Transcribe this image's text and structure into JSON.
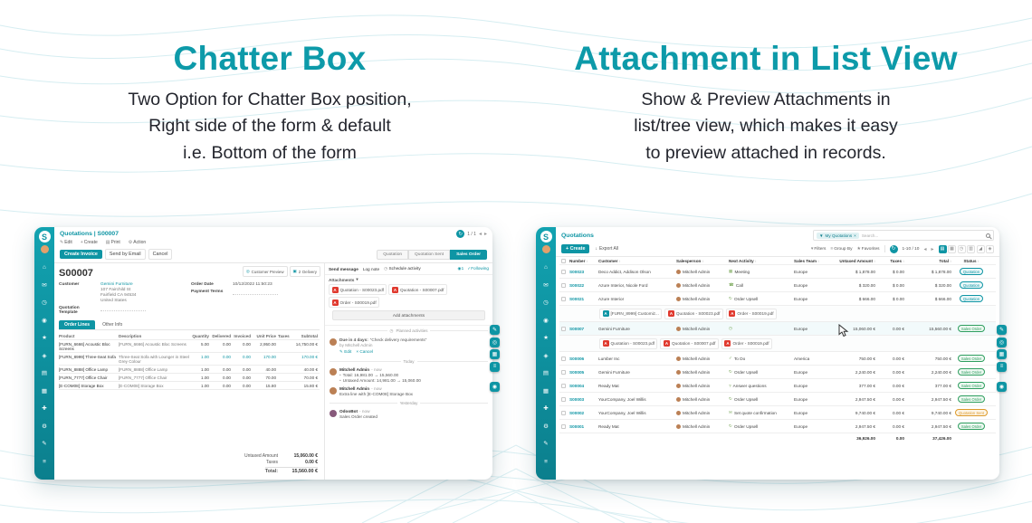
{
  "colors": {
    "accent": "#0e95a4",
    "title": "#0d9aa9",
    "text_dark": "#23252d",
    "sidebar_top": "#12a2b0",
    "sidebar_bottom": "#0b7f8d",
    "pdf_red": "#e0392e",
    "sales_green": "#2e9e5f",
    "sent_amber": "#dd9a2b"
  },
  "icons": {
    "close": "×",
    "dropdown": "▾",
    "prev": "◂",
    "next": "▸",
    "sort": "↕",
    "check": "✓",
    "clock": "◷",
    "edit": "✎",
    "plus": "+",
    "print": "▤",
    "gear": "⚙",
    "mail": "✉",
    "refresh": "↻",
    "star": "★",
    "menu": "≡",
    "bullet": "•",
    "person": "◉",
    "download": "↓",
    "truck": "▣",
    "eye": "◎",
    "pdf": "A",
    "filter": "▼"
  },
  "brand": {
    "initial": "S"
  },
  "sidebar": {
    "icons": [
      {
        "name": "home",
        "glyph": "⌂"
      },
      {
        "name": "discuss",
        "glyph": "✉"
      },
      {
        "name": "calendar",
        "glyph": "◷"
      },
      {
        "name": "contacts",
        "glyph": "◉"
      },
      {
        "name": "crm",
        "glyph": "★"
      },
      {
        "name": "sales",
        "glyph": "◈"
      },
      {
        "name": "invoicing",
        "glyph": "▤"
      },
      {
        "name": "inventory",
        "glyph": "▦"
      },
      {
        "name": "purchase",
        "glyph": "✚"
      },
      {
        "name": "manufacturing",
        "glyph": "⚙"
      },
      {
        "name": "notes",
        "glyph": "✎"
      },
      {
        "name": "settings",
        "glyph": "≡"
      }
    ]
  },
  "hero": {
    "left": {
      "title": "Chatter Box",
      "lines": [
        "Two Option for Chatter Box position,",
        "Right side of the form & default",
        "i.e. Bottom of the form"
      ]
    },
    "right": {
      "title": "Attachment in List View",
      "lines": [
        "Show & Preview Attachments in",
        "list/tree view, which makes it easy",
        "to preview attached in records."
      ]
    }
  },
  "form": {
    "breadcrumb": "Quotations | S00007",
    "toolbar": {
      "edit": "Edit",
      "create": "Create",
      "print": "Print",
      "action": "Action",
      "pager": "1 / 1"
    },
    "buttons": {
      "create_invoice": "Create Invoice",
      "send_by_email": "Send by Email",
      "cancel": "Cancel"
    },
    "statusbar": {
      "steps": [
        "Quotation",
        "Quotation Sent",
        "Sales Order"
      ]
    },
    "smart_buttons": {
      "preview": "Customer Preview",
      "delivery_count": "2",
      "delivery": "Delivery"
    },
    "record": {
      "name": "S00007",
      "customer_label": "Customer",
      "customer": "Gemini Furniture",
      "address": [
        "107 Fairchild St",
        "Fairfield CA 94534",
        "United States"
      ],
      "order_date_label": "Order Date",
      "order_date": "10/12/2022 11:50:23",
      "payment_terms_label": "Payment Terms",
      "template_label": "Quotation Template"
    },
    "tabs": {
      "order_lines": "Order Lines",
      "other_info": "Other Info"
    },
    "table": {
      "headers": [
        "Product",
        "Description",
        "Quantity",
        "Delivered",
        "Invoiced",
        "Unit Price",
        "Taxes",
        "Subtotal"
      ],
      "rows": [
        [
          "[FURN_6666] Acoustic Bloc Screens",
          "[FURN_6666] Acoustic Bloc Screens",
          "5.00",
          "0.00",
          "0.00",
          "2,950.00",
          "",
          "14,750.00 €"
        ],
        [
          "[FURN_8999] Three-Seat Sofa",
          "Three-Seat Sofa with Lounger in Steel Grey Colour",
          "1.00",
          "0.00",
          "0.00",
          "170.00",
          "",
          "170.00 €"
        ],
        [
          "[FURN_8888] Office Lamp",
          "[FURN_8888] Office Lamp",
          "1.00",
          "0.00",
          "0.00",
          "40.00",
          "",
          "40.00 €"
        ],
        [
          "[FURN_7777] Office Chair",
          "[FURN_7777] Office Chair",
          "1.00",
          "0.00",
          "0.00",
          "70.00",
          "",
          "70.00 €"
        ],
        [
          "[E-COM08] Storage Box",
          "[E-COM08] Storage Box",
          "1.00",
          "0.00",
          "0.00",
          "15.80",
          "",
          "15.80 €"
        ]
      ]
    },
    "totals": {
      "untaxed_label": "Untaxed Amount",
      "untaxed": "15,060.00 €",
      "taxes_label": "Taxes",
      "taxes": "0.00 €",
      "total_label": "Total:",
      "total": "15,560.00 €"
    }
  },
  "chatter": {
    "send_message": "Send message",
    "log_note": "Log note",
    "schedule_activity": "Schedule activity",
    "followers": "1",
    "following": "Following",
    "attachments_label": "Attachments",
    "attachments": [
      "Quotation - S00023.pdf",
      "Quotation - S00007.pdf",
      "Order - S00019.pdf"
    ],
    "add_attachments": "Add attachments",
    "planned_label": "Planned activities",
    "activity": {
      "due": "Due in 4 days:",
      "title": "“Check delivery requirements”",
      "by": "by Mitchell Admin",
      "edit": "Edit",
      "cancel": "Cancel"
    },
    "today": "Today",
    "yesterday": "Yesterday",
    "messages": [
      {
        "author": "Mitchell Admin",
        "time": "- now",
        "line1": "Total: 16,981.00 → 15,560.00",
        "line2": "Untaxed Amount: 14,981.00 → 15,060.00"
      },
      {
        "author": "Mitchell Admin",
        "time": "- now",
        "line1": "Extra line with [E-COM08] Storage Box"
      },
      {
        "author": "OdooBot",
        "time": "- now",
        "line1": "Sales Order created"
      }
    ]
  },
  "list": {
    "breadcrumb": "Quotations",
    "search": {
      "facet_label": "My Quotations",
      "placeholder": "Search..."
    },
    "toolbar": {
      "create": "Create",
      "export": "Export All",
      "filters": "Filters",
      "group_by": "Group By",
      "favorites": "Favorites",
      "pager": "1-10 / 10"
    },
    "views": [
      {
        "name": "list",
        "glyph": "▤"
      },
      {
        "name": "kanban",
        "glyph": "▦"
      },
      {
        "name": "calendar",
        "glyph": "◷"
      },
      {
        "name": "pivot",
        "glyph": "▥"
      },
      {
        "name": "graph",
        "glyph": "◢"
      },
      {
        "name": "map",
        "glyph": "◈"
      }
    ],
    "headers": [
      "Number",
      "Customer",
      "Salesperson",
      "Next Activity",
      "Sales Team",
      "Untaxed Amount",
      "Taxes",
      "Total",
      "Status"
    ],
    "rows": [
      {
        "number": "S00023",
        "customer": "Deco Addict, Addison Olson",
        "salesperson": "Mitchell Admin",
        "activity_icon": "▦",
        "activity": "Meeting",
        "team": "Europe",
        "untaxed": "$ 1,878.00",
        "taxes": "$ 0.00",
        "total": "$ 1,878.00",
        "status": "Quotation"
      },
      {
        "number": "S00022",
        "customer": "Azure Interior, Nicole Ford",
        "salesperson": "Mitchell Admin",
        "activity_icon": "☎",
        "activity": "Call",
        "team": "Europe",
        "untaxed": "$ 320.00",
        "taxes": "$ 0.00",
        "total": "$ 320.00",
        "status": "Quotation"
      },
      {
        "number": "S00021",
        "customer": "Azure Interior",
        "salesperson": "Mitchell Admin",
        "activity_icon": "↻",
        "activity": "Order Upsell",
        "team": "Europe",
        "untaxed": "$ 666.00",
        "taxes": "$ 0.00",
        "total": "$ 666.00",
        "status": "Quotation"
      },
      {
        "number": "S00007",
        "customer": "Gemini Furniture",
        "salesperson": "Mitchell Admin",
        "activity_icon": "◷",
        "activity": "",
        "team": "Europe",
        "untaxed": "15,060.00 €",
        "taxes": "0.00 €",
        "total": "15,560.00 €",
        "status": "Sales Order"
      },
      {
        "number": "S00006",
        "customer": "Lumber Inc",
        "salesperson": "Mitchell Admin",
        "activity_icon": "✓",
        "activity": "To Do",
        "team": "America",
        "untaxed": "750.00 €",
        "taxes": "0.00 €",
        "total": "750.00 €",
        "status": "Sales Order"
      },
      {
        "number": "S00005",
        "customer": "Gemini Furniture",
        "salesperson": "Mitchell Admin",
        "activity_icon": "↻",
        "activity": "Order Upsell",
        "team": "Europe",
        "untaxed": "2,240.00 €",
        "taxes": "0.00 €",
        "total": "2,240.00 €",
        "status": "Sales Order"
      },
      {
        "number": "S00004",
        "customer": "Ready Mat",
        "salesperson": "Mitchell Admin",
        "activity_icon": "?",
        "activity": "Answer questions",
        "team": "Europe",
        "untaxed": "377.00 €",
        "taxes": "0.00 €",
        "total": "377.00 €",
        "status": "Sales Order"
      },
      {
        "number": "S00003",
        "customer": "YourCompany, Joel Willis",
        "salesperson": "Mitchell Admin",
        "activity_icon": "↻",
        "activity": "Order Upsell",
        "team": "Europe",
        "untaxed": "2,947.50 €",
        "taxes": "0.00 €",
        "total": "2,947.50 €",
        "status": "Sales Order"
      },
      {
        "number": "S00002",
        "customer": "YourCompany, Joel Willis",
        "salesperson": "Mitchell Admin",
        "activity_icon": "✉",
        "activity": "Set quote confirmation",
        "team": "Europe",
        "untaxed": "9,740.00 €",
        "taxes": "0.00 €",
        "total": "9,740.00 €",
        "status": "Quotation Sent"
      },
      {
        "number": "S00001",
        "customer": "Ready Mat",
        "salesperson": "Mitchell Admin",
        "activity_icon": "↻",
        "activity": "Order Upsell",
        "team": "Europe",
        "untaxed": "2,947.50 €",
        "taxes": "0.00 €",
        "total": "2,947.50 €",
        "status": "Sales Order"
      }
    ],
    "strips": [
      {
        "chips": [
          "[FURN_8999] Customiz...",
          "Quotation - S00023.pdf",
          "Order - S00019.pdf"
        ]
      },
      {
        "chips": [
          "Quotation - S00023.pdf",
          "Quotation - S00007.pdf",
          "Order - S00019.pdf"
        ]
      }
    ],
    "footer": {
      "untaxed": "36,926.00",
      "taxes": "0.00",
      "total": "37,426.00"
    }
  },
  "float_tools": {
    "buttons": [
      {
        "name": "notes",
        "glyph": "✎"
      },
      {
        "name": "search",
        "glyph": "◎"
      },
      {
        "name": "apps",
        "glyph": "▦"
      },
      {
        "name": "menu",
        "glyph": "≡"
      }
    ],
    "chat": {
      "name": "chat",
      "glyph": "◉"
    }
  }
}
